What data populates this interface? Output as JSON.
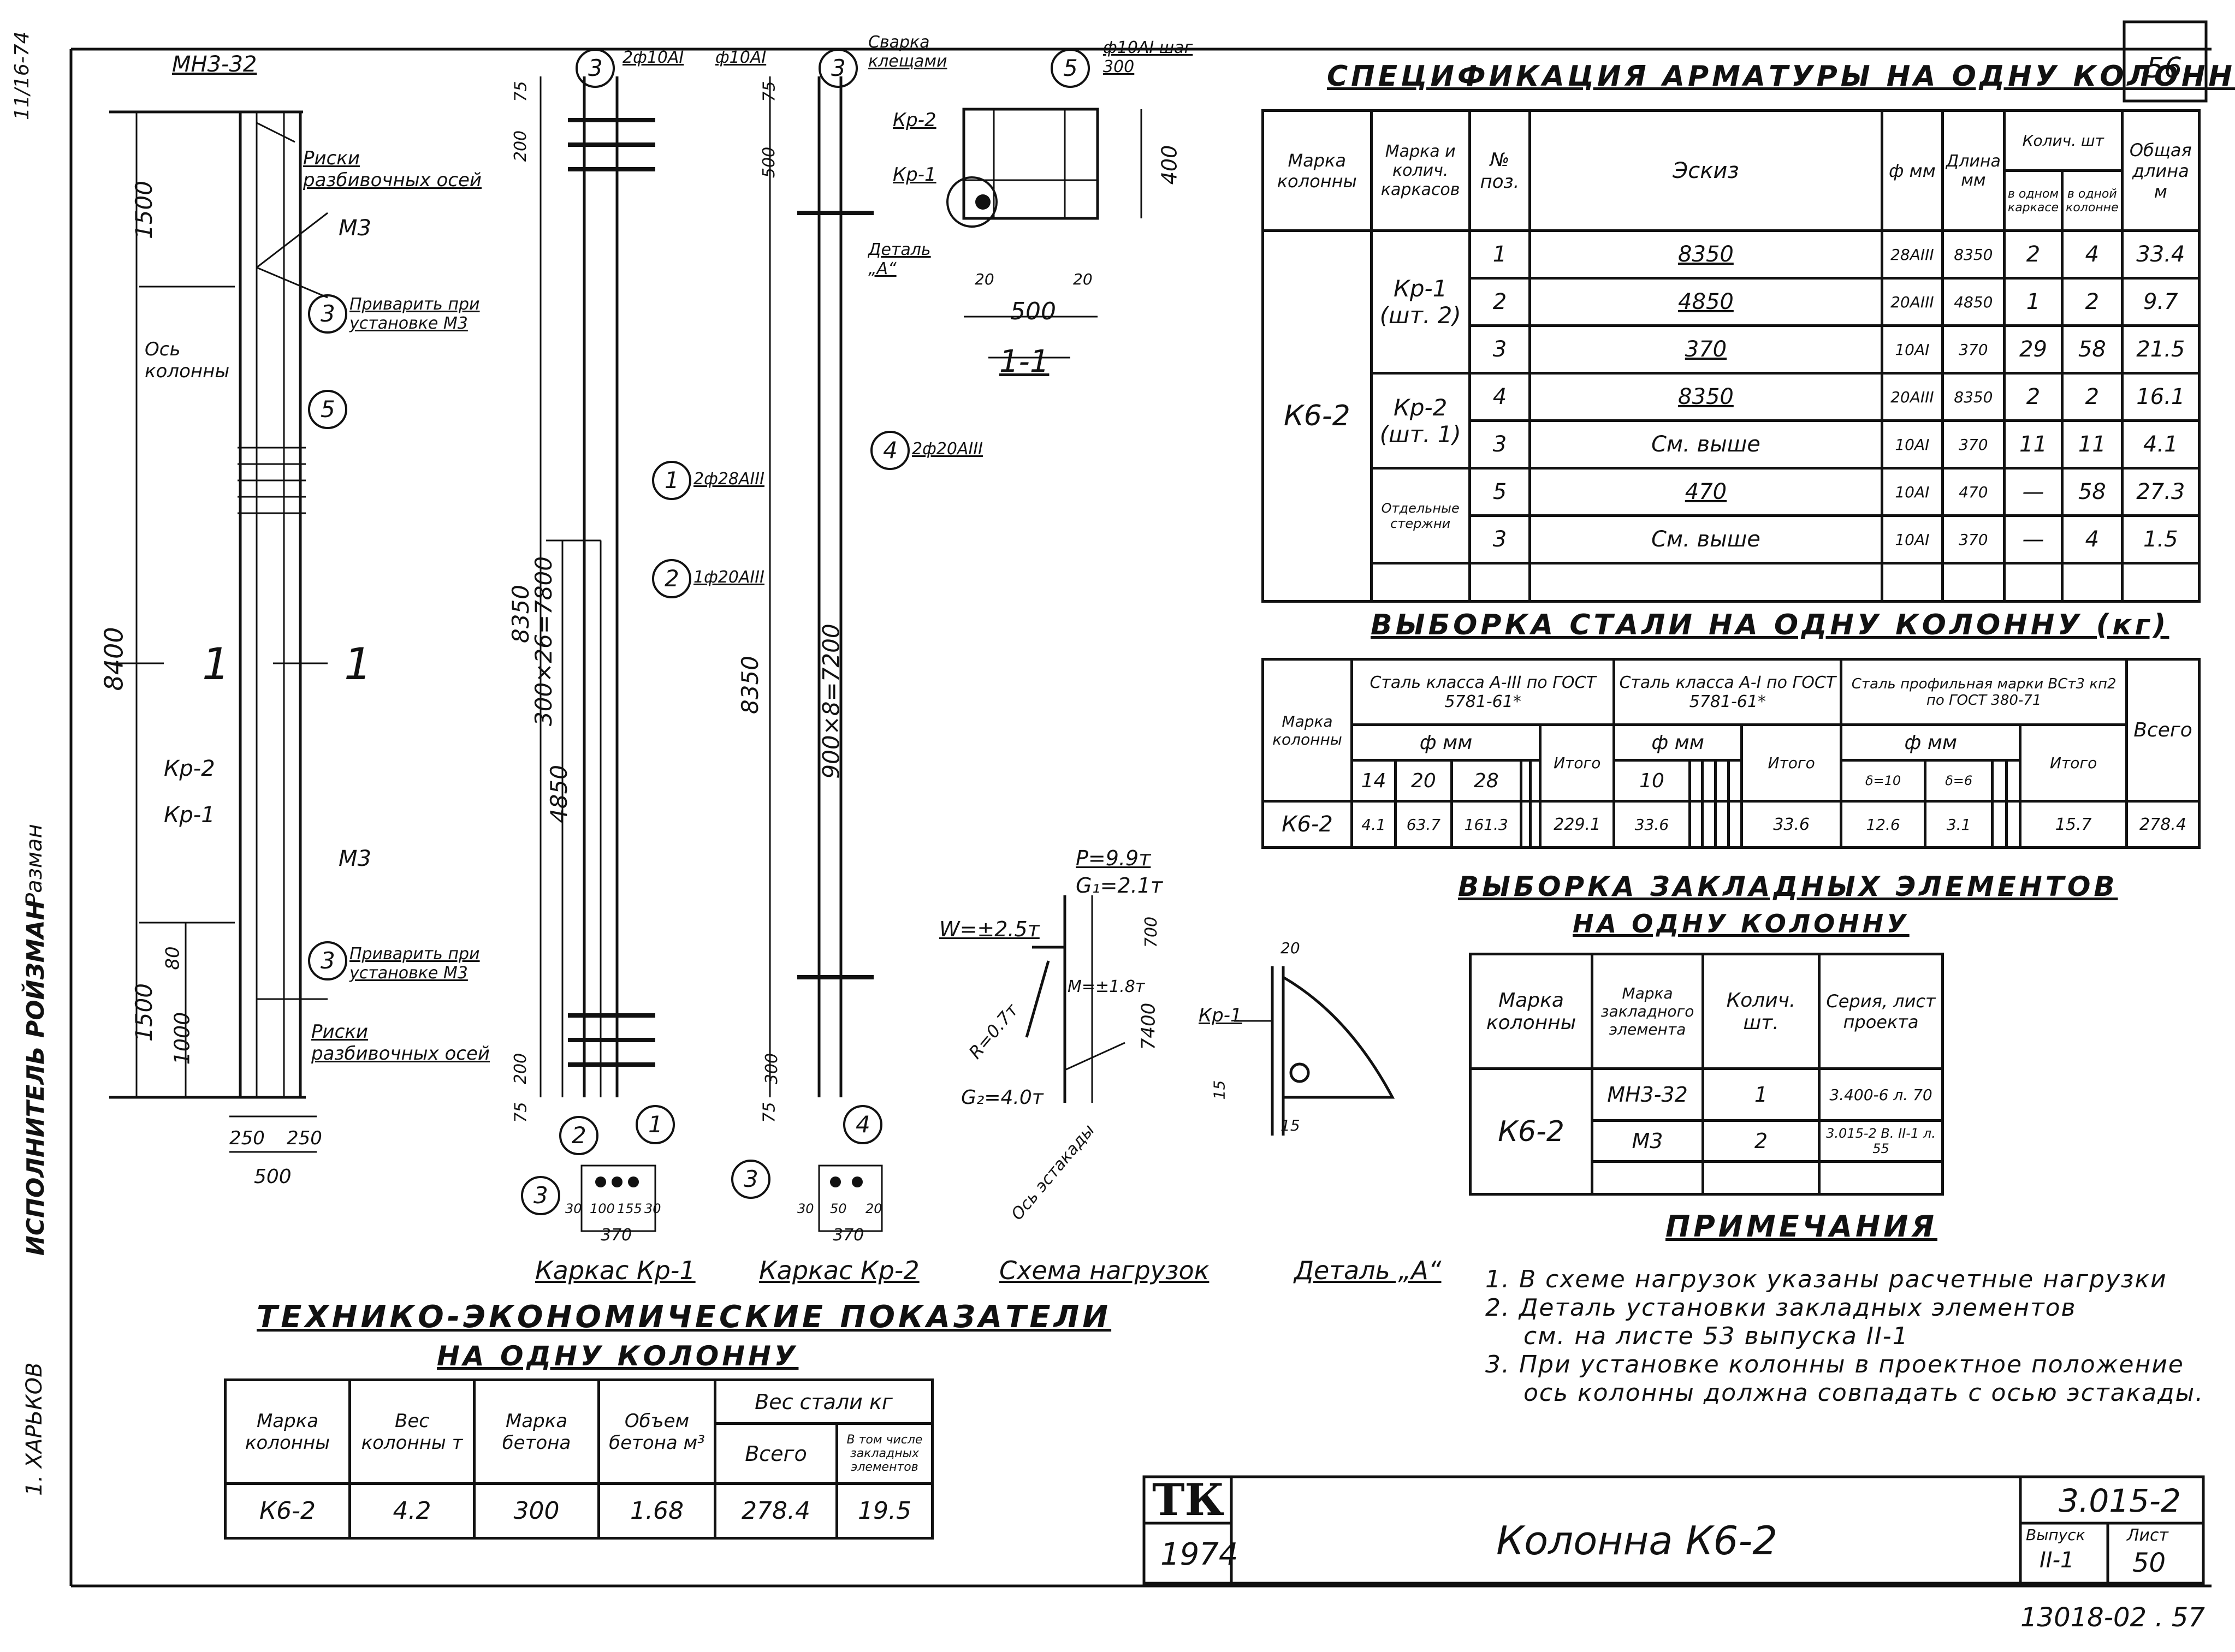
{
  "sheet": {
    "page_number": "56",
    "bottom_code": "13018-02 . 57",
    "side_stamp": "ИСПОЛНИТЕЛЬ РОЙЗМАН",
    "side_signature": "Разман",
    "side_ref": "1. ХАРЬКОВ",
    "top_left_code": "11/16-74"
  },
  "spec_table": {
    "title": "СПЕЦИФИКАЦИЯ АРМАТУРЫ НА ОДНУ КОЛОННУ",
    "headers": {
      "mark": "Марка колонны",
      "frames": "Марка и колич. каркасов",
      "pos": "№ поз.",
      "sketch": "Эскиз",
      "dia": "ф мм",
      "len": "Длина мм",
      "count_group": "Колич. шт",
      "count_one_frame": "в одном каркасе",
      "count_one_column": "в одной колонне",
      "total_len": "Общая длина м"
    },
    "column_mark": "К6-2",
    "frame_groups": [
      "Кр-1 (шт. 2)",
      "Кр-2 (шт. 1)",
      "Отдельные стержни"
    ],
    "rows": [
      {
        "pos": "1",
        "sketch": "8350",
        "dia": "28АIII",
        "len": "8350",
        "n_frame": "2",
        "n_col": "4",
        "total": "33.4"
      },
      {
        "pos": "2",
        "sketch": "4850",
        "dia": "20АIII",
        "len": "4850",
        "n_frame": "1",
        "n_col": "2",
        "total": "9.7"
      },
      {
        "pos": "3",
        "sketch": "370",
        "dia": "10АI",
        "len": "370",
        "n_frame": "29",
        "n_col": "58",
        "total": "21.5"
      },
      {
        "pos": "4",
        "sketch": "8350",
        "dia": "20АIII",
        "len": "8350",
        "n_frame": "2",
        "n_col": "2",
        "total": "16.1"
      },
      {
        "pos": "3",
        "sketch": "См. выше",
        "dia": "10АI",
        "len": "370",
        "n_frame": "11",
        "n_col": "11",
        "total": "4.1"
      },
      {
        "pos": "5",
        "sketch": "470",
        "dia": "10АI",
        "len": "470",
        "n_frame": "—",
        "n_col": "58",
        "total": "27.3"
      },
      {
        "pos": "3",
        "sketch": "См. выше",
        "dia": "10АI",
        "len": "370",
        "n_frame": "—",
        "n_col": "4",
        "total": "1.5"
      }
    ]
  },
  "steel_table": {
    "title": "ВЫБОРКА СТАЛИ НА ОДНУ КОЛОННУ (кг)",
    "mark_header": "Марка колонны",
    "class_a3": "Сталь класса А-III по ГОСТ 5781-61*",
    "class_a1": "Сталь класса А-I по ГОСТ 5781-61*",
    "class_profile": "Сталь профильная марки ВСт3 кп2 по ГОСТ 380-71",
    "phi": "ф мм",
    "total_lbl": "Итого",
    "grand_lbl": "Всего",
    "d_a3": [
      "14",
      "20",
      "28"
    ],
    "d_a1": [
      "10"
    ],
    "d_prof": [
      "δ=10",
      "δ=6"
    ],
    "row": {
      "mark": "К6-2",
      "a3": [
        "4.1",
        "63.7",
        "161.3"
      ],
      "a3_total": "229.1",
      "a1": [
        "33.6"
      ],
      "a1_total": "33.6",
      "prof": [
        "12.6",
        "3.1"
      ],
      "prof_total": "15.7",
      "grand": "278.4"
    }
  },
  "embed_table": {
    "title1": "ВЫБОРКА ЗАКЛАДНЫХ ЭЛЕМЕНТОВ",
    "title2": "НА ОДНУ КОЛОННУ",
    "headers": [
      "Марка колонны",
      "Марка закладного элемента",
      "Колич. шт.",
      "Серия, лист проекта"
    ],
    "mark": "К6-2",
    "rows": [
      {
        "el": "МН3-32",
        "qty": "1",
        "ser": "3.400-6 л. 70"
      },
      {
        "el": "М3",
        "qty": "2",
        "ser": "3.015-2 В. II-1 л. 55"
      }
    ]
  },
  "notes": {
    "title": "ПРИМЕЧАНИЯ",
    "items": [
      "1. В схеме нагрузок указаны расчетные нагрузки",
      "2. Деталь установки закладных элементов",
      "см. на листе 53 выпуска II-1",
      "3. При установке колонны в проектное положение",
      "ось колонны должна совпадать с осью эстакады."
    ]
  },
  "tech_table": {
    "title1": "ТЕХНИКО-ЭКОНОМИЧЕСКИЕ ПОКАЗАТЕЛИ",
    "title2": "НА ОДНУ КОЛОННУ",
    "headers": [
      "Марка колонны",
      "Вес колонны т",
      "Марка бетона",
      "Объем бетона м³",
      "Вес стали кг",
      "Всего",
      "В том числе закладных элементов"
    ],
    "row": [
      "К6-2",
      "4.2",
      "300",
      "1.68",
      "278.4",
      "19.5"
    ]
  },
  "title_block": {
    "logo": "ТК",
    "year": "1974",
    "name": "Колонна К6-2",
    "series": "3.015-2",
    "issue_lbl": "Выпуск",
    "issue": "II-1",
    "sheet_lbl": "Лист",
    "sheet": "50"
  },
  "captions": {
    "frame1": "Каркас Кр-1",
    "frame2": "Каркас Кр-2",
    "loads": "Схема нагрузок",
    "detail": "Деталь „А“",
    "section": "1-1"
  },
  "column_view": {
    "mnz": "МН3-32",
    "risk_top": "Риски разбивочных осей",
    "mz_top": "М3",
    "weld_top": "Приварить при установке М3",
    "axis": "Ось колонны",
    "kr2": "Кр-2",
    "kr1": "Кр-1",
    "mz_bot": "М3",
    "weld_bot": "Приварить при установке М3",
    "risk_bot": "Риски разбивочных осей",
    "dim_1500_top": "1500",
    "dim_8400": "8400",
    "dim_1500_bot": "1500",
    "dim_1000": "1000",
    "dim_80": "80",
    "dim_250a": "250",
    "dim_250b": "250",
    "dim_500": "500",
    "cut": "1"
  },
  "frame1_view": {
    "top_note": "2ф10АI",
    "top_note2": "ф10АI",
    "weld": "Сварка клещами",
    "lbl1": "2ф28АIII",
    "lbl2": "1ф20АIII",
    "dims": [
      "75",
      "200",
      "8350",
      "300×26=7800",
      "4850",
      "200",
      "75"
    ],
    "bottom": [
      "30",
      "100",
      "155",
      "30",
      "370"
    ]
  },
  "frame2_view": {
    "lbl4": "2ф20АIII",
    "dims": [
      "75",
      "500",
      "8350",
      "900×8=7200",
      "300",
      "75"
    ],
    "bottom": [
      "30",
      "50",
      "20",
      "370"
    ]
  },
  "section_view": {
    "lbl5": "ф10АI шаг 300",
    "kr2": "Кр-2",
    "kr1": "Кр-1",
    "detail": "Деталь „А“",
    "dims": [
      "400",
      "500",
      "20",
      "20"
    ]
  },
  "load_view": {
    "p": "P=9.9т",
    "g1": "G₁=2.1т",
    "w": "W=±2.5т",
    "m": "M=±1.8т",
    "r": "R=0.7т",
    "g2": "G₂=4.0т",
    "axis": "Ось эстакады",
    "h": "7400",
    "top": "700"
  },
  "detail_view": {
    "kr1": "Кр-1",
    "dims": [
      "20",
      "15",
      "15"
    ]
  }
}
